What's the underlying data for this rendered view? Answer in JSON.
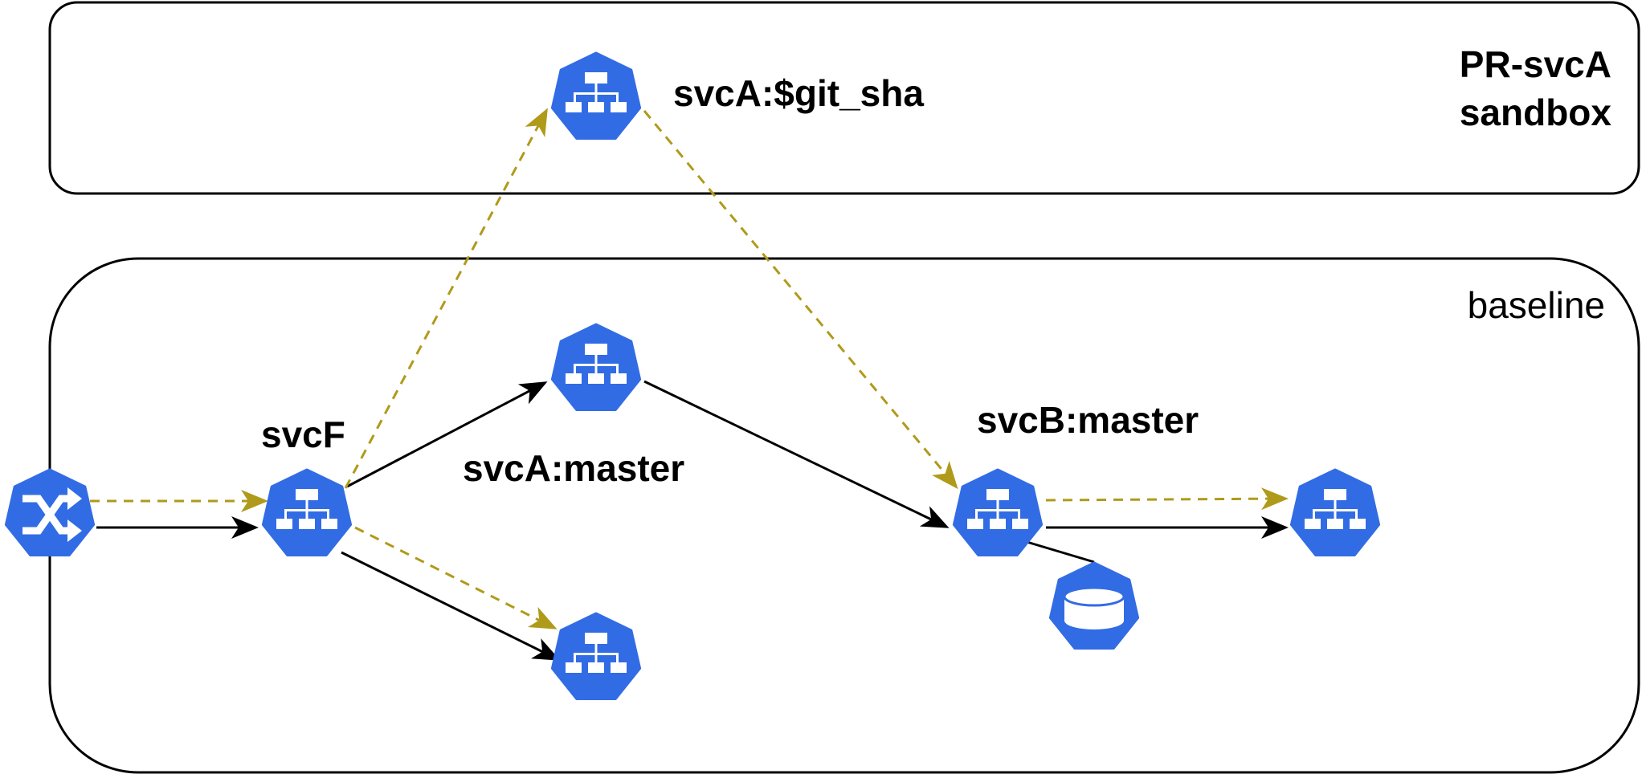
{
  "sandbox": {
    "title_line1": "PR-svcA",
    "title_line2": "sandbox"
  },
  "baseline": {
    "title": "baseline"
  },
  "labels": {
    "svcA_sha": "svcA:$git_sha",
    "svcF": "svcF",
    "svcA_master": "svcA:master",
    "svcB_master": "svcB:master"
  },
  "nodes": [
    {
      "id": "ingress",
      "icon": "ingress-icon"
    },
    {
      "id": "svcF",
      "icon": "service-icon"
    },
    {
      "id": "svcA-master",
      "icon": "service-icon"
    },
    {
      "id": "svcA-sha",
      "icon": "service-icon"
    },
    {
      "id": "svcF-downstream",
      "icon": "service-icon"
    },
    {
      "id": "svcB-master",
      "icon": "service-icon"
    },
    {
      "id": "svcB-downstream",
      "icon": "service-icon"
    },
    {
      "id": "database",
      "icon": "database-icon"
    }
  ],
  "edges": [
    {
      "from": "ingress",
      "to": "svcF",
      "style": "solid"
    },
    {
      "from": "ingress",
      "to": "svcF",
      "style": "dashed"
    },
    {
      "from": "svcF",
      "to": "svcA-master",
      "style": "solid"
    },
    {
      "from": "svcF",
      "to": "svcA-sha",
      "style": "dashed"
    },
    {
      "from": "svcF",
      "to": "svcF-downstream",
      "style": "solid"
    },
    {
      "from": "svcF",
      "to": "svcF-downstream",
      "style": "dashed"
    },
    {
      "from": "svcA-master",
      "to": "svcB-master",
      "style": "solid"
    },
    {
      "from": "svcA-sha",
      "to": "svcB-master",
      "style": "dashed"
    },
    {
      "from": "svcB-master",
      "to": "svcB-downstream",
      "style": "solid"
    },
    {
      "from": "svcB-master",
      "to": "svcB-downstream",
      "style": "dashed"
    },
    {
      "from": "svcB-master",
      "to": "database",
      "style": "link"
    }
  ],
  "colors": {
    "node_fill": "#326CE5",
    "node_glyph": "#FFFFFF",
    "edge_solid": "#000000",
    "edge_dashed": "#B09A1A",
    "container_stroke": "#000000"
  }
}
